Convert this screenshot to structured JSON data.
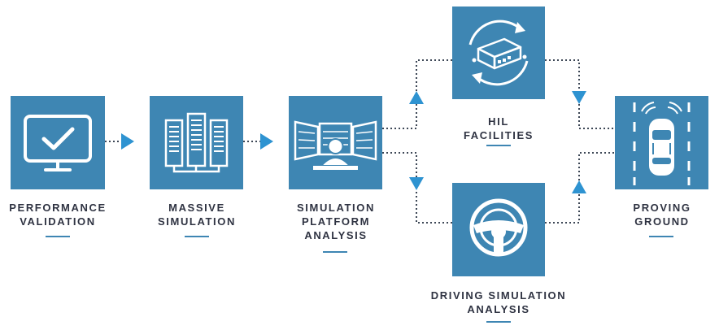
{
  "colors": {
    "box": "#3e86b3",
    "arrow": "#2e93d1",
    "connector": "#3d4756",
    "text": "#2f3342"
  },
  "nodes": [
    {
      "id": "performance-validation",
      "icon": "monitor-check-icon",
      "label": [
        "PERFORMANCE",
        "VALIDATION"
      ]
    },
    {
      "id": "massive-simulation",
      "icon": "server-rack-icon",
      "label": [
        "MASSIVE",
        "SIMULATION"
      ]
    },
    {
      "id": "simulation-platform-analysis",
      "icon": "simulator-operator-icon",
      "label": [
        "SIMULATION",
        "PLATFORM",
        "ANALYSIS"
      ]
    },
    {
      "id": "hil-facilities",
      "icon": "hardware-loop-icon",
      "label": [
        "HIL",
        "FACILITIES"
      ]
    },
    {
      "id": "driving-simulation-analysis",
      "icon": "steering-wheel-icon",
      "label": [
        "DRIVING SIMULATION",
        "ANALYSIS"
      ]
    },
    {
      "id": "proving-ground",
      "icon": "car-sensor-road-icon",
      "label": [
        "PROVING",
        "GROUND"
      ]
    }
  ]
}
